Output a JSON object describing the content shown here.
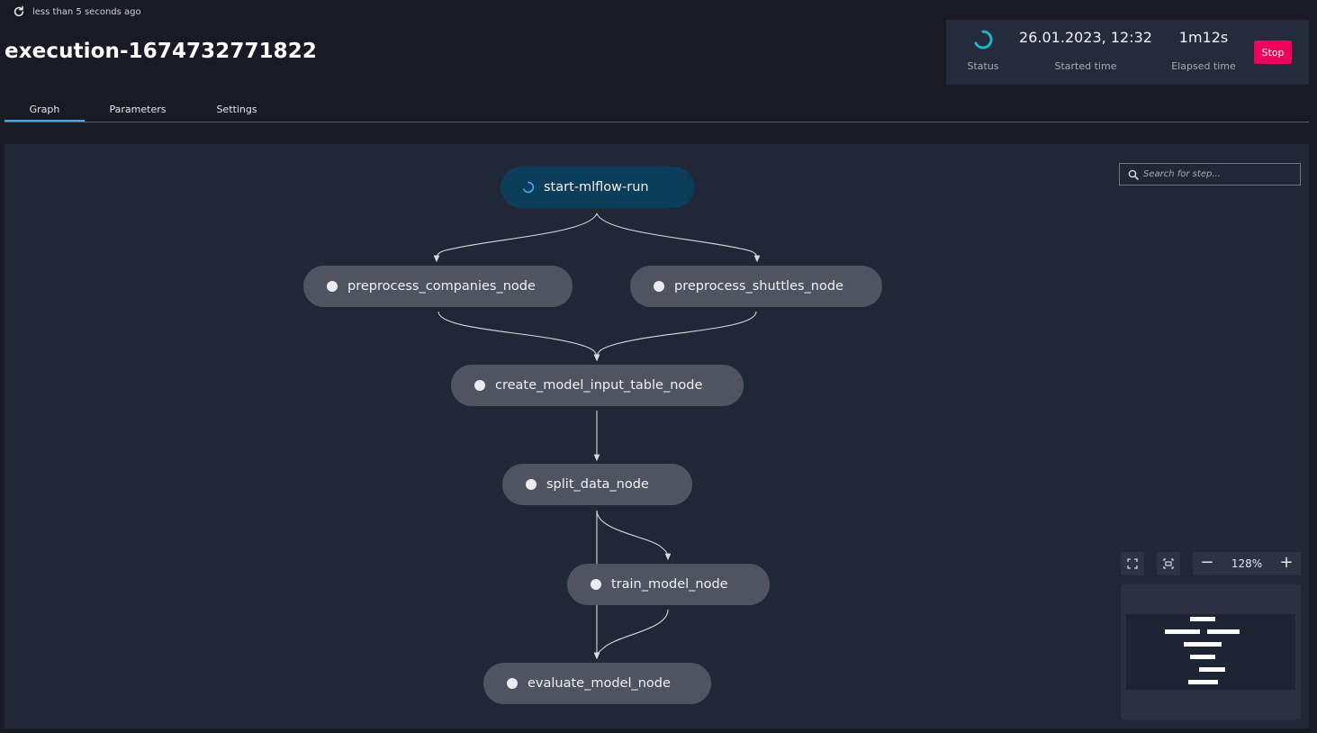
{
  "header": {
    "refresh_text": "less than 5 seconds ago",
    "title": "execution-1674732771822"
  },
  "status_panel": {
    "status_label": "Status",
    "started_value": "26.01.2023, 12:32",
    "started_label": "Started time",
    "elapsed_value": "1m12s",
    "elapsed_label": "Elapsed time",
    "stop_label": "Stop"
  },
  "tabs": [
    {
      "label": "Graph",
      "active": true
    },
    {
      "label": "Parameters",
      "active": false
    },
    {
      "label": "Settings",
      "active": false
    }
  ],
  "graph": {
    "nodes": [
      {
        "label": "start-mlflow-run",
        "state": "running"
      },
      {
        "label": "preprocess_companies_node",
        "state": "pending"
      },
      {
        "label": "preprocess_shuttles_node",
        "state": "pending"
      },
      {
        "label": "create_model_input_table_node",
        "state": "pending"
      },
      {
        "label": "split_data_node",
        "state": "pending"
      },
      {
        "label": "train_model_node",
        "state": "pending"
      },
      {
        "label": "evaluate_model_node",
        "state": "pending"
      }
    ],
    "search_placeholder": "Search for step...",
    "zoom_level": "128%",
    "zoom_out_label": "−",
    "zoom_in_label": "+"
  },
  "colors": {
    "accent": "#45a7e6",
    "stop": "#f1005b",
    "running_node": "#0c3d5a",
    "pending_node": "#4f5460",
    "spinner": "#1fb5c9"
  }
}
